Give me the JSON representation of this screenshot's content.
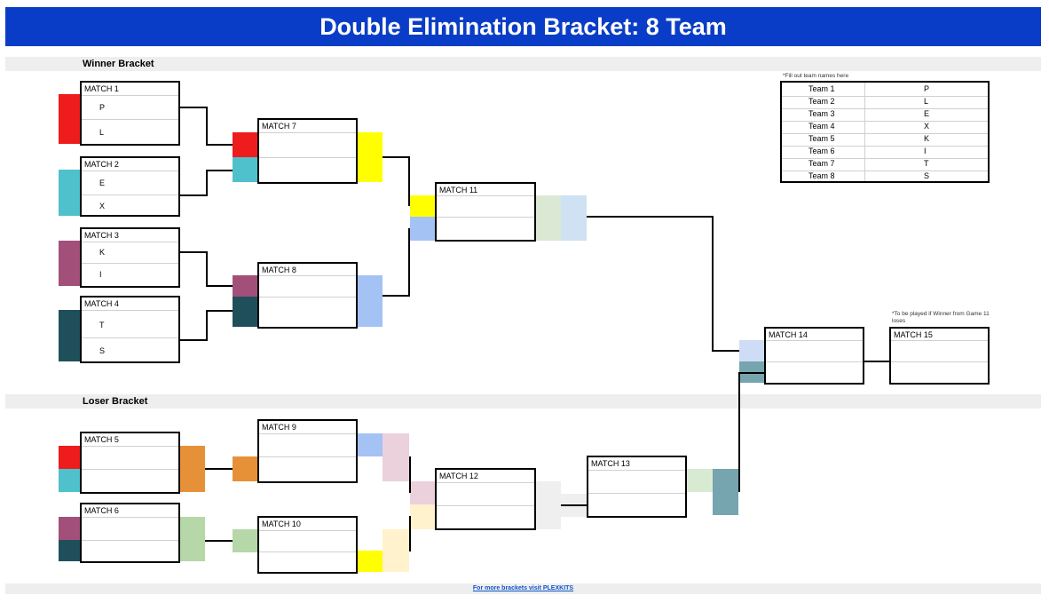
{
  "title": "Double Elimination Bracket: 8 Team",
  "sections": {
    "winner": "Winner Bracket",
    "loser": "Loser Bracket"
  },
  "notes": {
    "fill_out": "*Fill out team names here",
    "match15": "*To be played if Winner from Game 11 loses"
  },
  "roster": [
    {
      "team": "Team 1",
      "name": "P"
    },
    {
      "team": "Team 2",
      "name": "L"
    },
    {
      "team": "Team 3",
      "name": "E"
    },
    {
      "team": "Team 4",
      "name": "X"
    },
    {
      "team": "Team 5",
      "name": "K"
    },
    {
      "team": "Team 6",
      "name": "I"
    },
    {
      "team": "Team 7",
      "name": "T"
    },
    {
      "team": "Team 8",
      "name": "S"
    }
  ],
  "matches": {
    "m1": {
      "label": "MATCH 1",
      "top": "P",
      "bottom": "L"
    },
    "m2": {
      "label": "MATCH 2",
      "top": "E",
      "bottom": "X"
    },
    "m3": {
      "label": "MATCH 3",
      "top": "K",
      "bottom": "I"
    },
    "m4": {
      "label": "MATCH 4",
      "top": "T",
      "bottom": "S"
    },
    "m5": {
      "label": "MATCH 5"
    },
    "m6": {
      "label": "MATCH 6"
    },
    "m7": {
      "label": "MATCH 7"
    },
    "m8": {
      "label": "MATCH 8"
    },
    "m9": {
      "label": "MATCH 9"
    },
    "m10": {
      "label": "MATCH 10"
    },
    "m11": {
      "label": "MATCH 11"
    },
    "m12": {
      "label": "MATCH 12"
    },
    "m13": {
      "label": "MATCH 13"
    },
    "m14": {
      "label": "MATCH 14"
    },
    "m15": {
      "label": "MATCH 15"
    }
  },
  "colors": {
    "title_bg": "#0a3dc7",
    "team1": "#ee1c1c",
    "team2": "#ee1c1c",
    "team3": "#4fc1cc",
    "team4": "#4fc1cc",
    "team5": "#a2507a",
    "team6": "#a2507a",
    "team7": "#1f4f5a",
    "team8": "#1f4f5a",
    "yellow": "#ffff00",
    "light_blue": "#a4c2f4",
    "orange": "#e69138",
    "light_green": "#b6d7a8",
    "pink": "#ead1dc",
    "cream": "#fff2cc",
    "grey": "#efefef",
    "teal": "#76a5af"
  },
  "footer": {
    "link": "For more brackets visit PLEXKITS"
  }
}
